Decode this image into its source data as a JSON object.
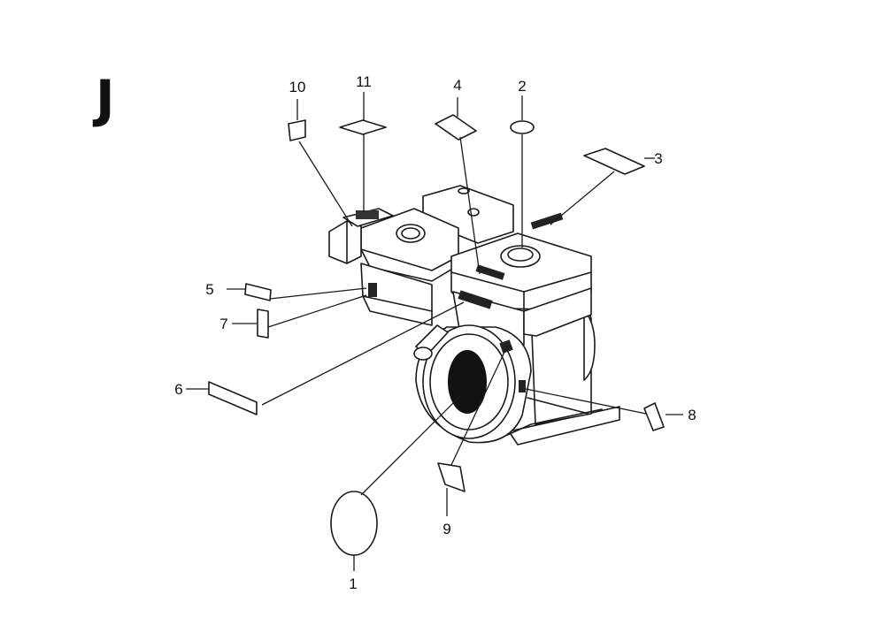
{
  "section_letter": "J",
  "callouts": [
    "10",
    "11",
    "4",
    "2",
    "3",
    "5",
    "7",
    "6",
    "8",
    "9",
    "1"
  ]
}
